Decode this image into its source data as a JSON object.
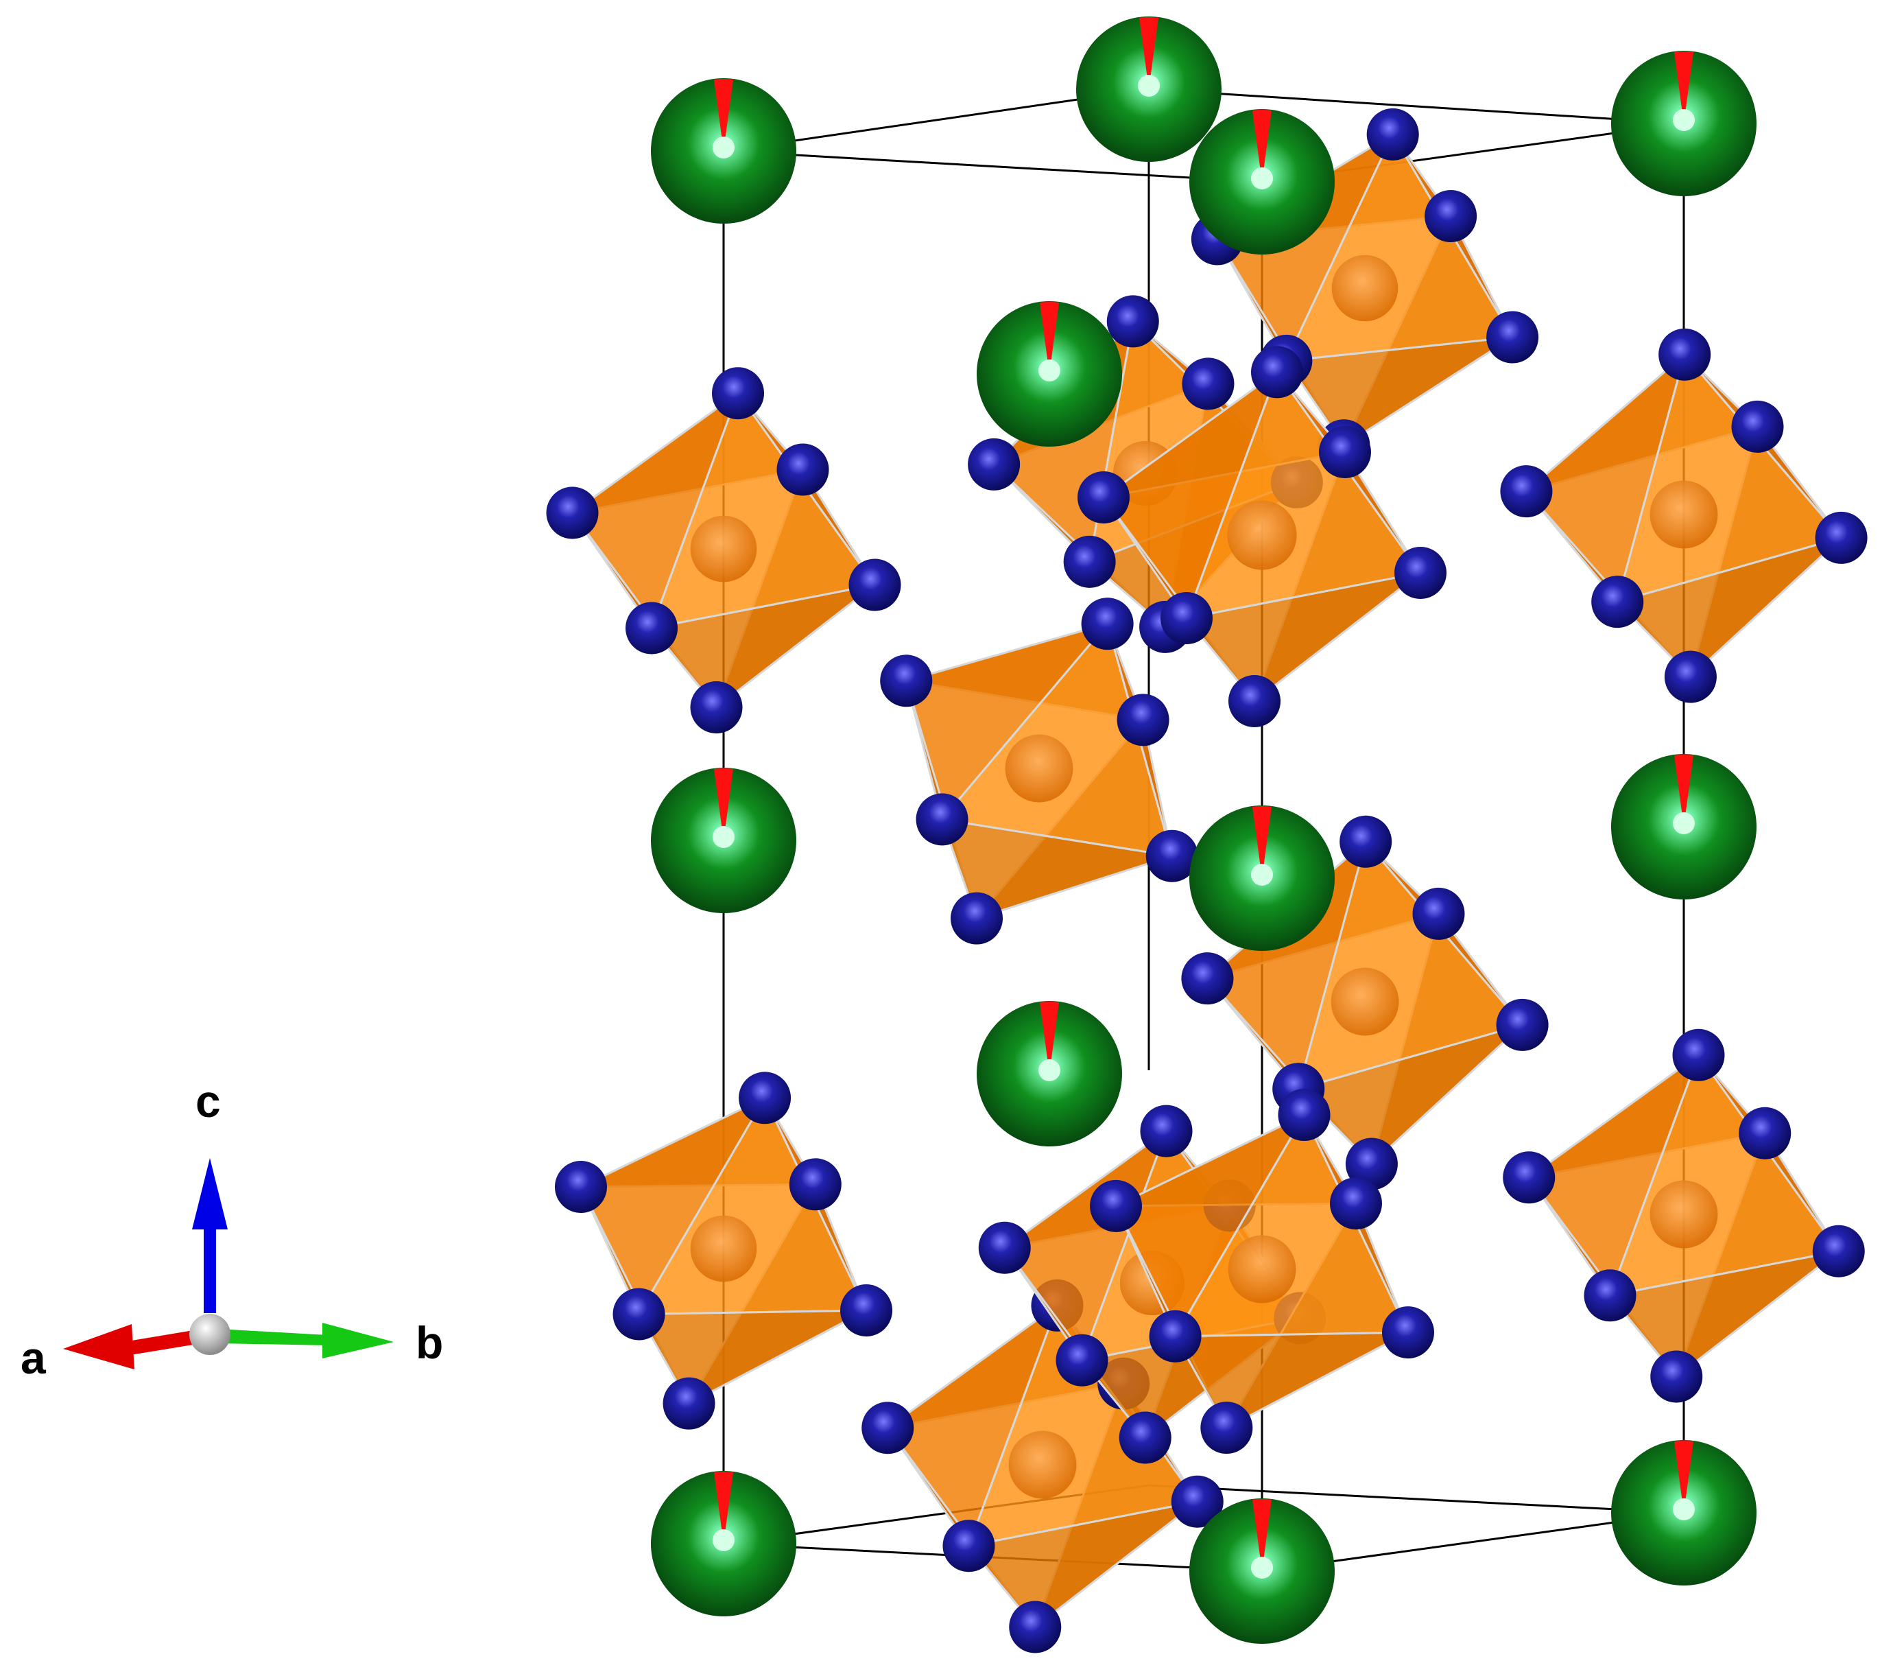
{
  "axes": {
    "a": "a",
    "b": "b",
    "c": "c"
  },
  "colors": {
    "a_axis": "#e00000",
    "b_axis": "#14c814",
    "c_axis": "#0000e6",
    "origin": "#b4b4b4",
    "cation_sphere": "#0a7a1a",
    "cation_highlight": "#7dffb0",
    "cation_wedge": "#ff1010",
    "anion_sphere": "#1a1a96",
    "octahedron_fill": "#ff8a00",
    "octahedron_edge": "#d8d8d8",
    "cell_edge": "#000000"
  },
  "structure": {
    "polyhedron_type": "octahedron",
    "octahedra_count": 16,
    "cell_corner_count": 8
  }
}
